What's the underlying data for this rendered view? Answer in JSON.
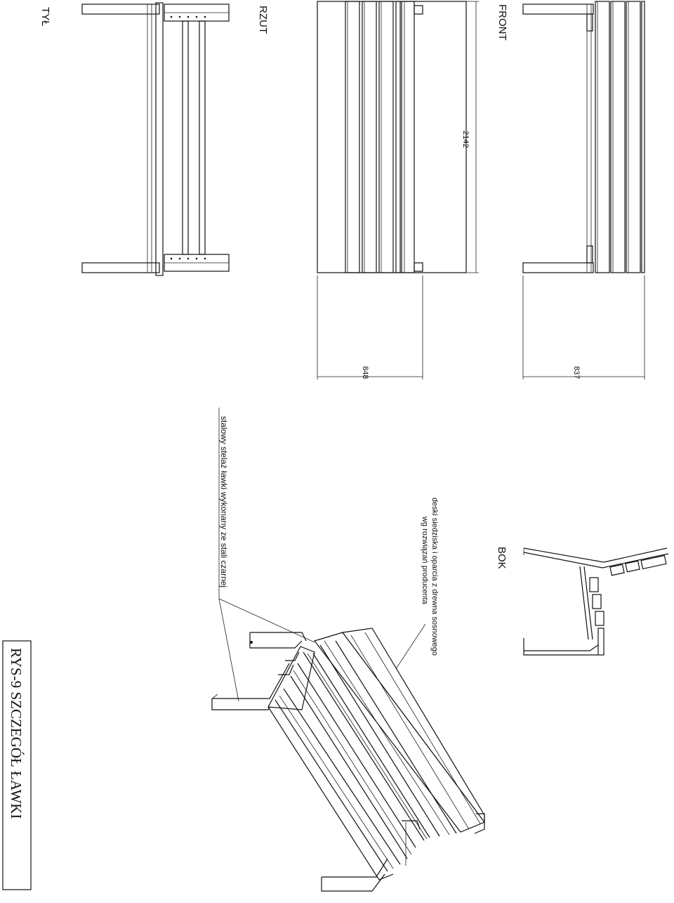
{
  "drawing": {
    "title": "RYS-9   SZCZEGÓŁ ŁAWKI",
    "views": {
      "front": "FRONT",
      "plan": "RZUT",
      "back": "TYŁ",
      "side": "BOK"
    },
    "dimensions": {
      "length": "2142",
      "depth": "848",
      "height": "837"
    },
    "notes": {
      "frame": "stalowy stelaż ławki wykonany ze stali czarnej",
      "boards_line1": "deski siedziska i oparcia z drewna sosnowego",
      "boards_line2": "wg rozwiązań producenta"
    },
    "colors": {
      "line": "#111111",
      "background": "#ffffff"
    }
  }
}
